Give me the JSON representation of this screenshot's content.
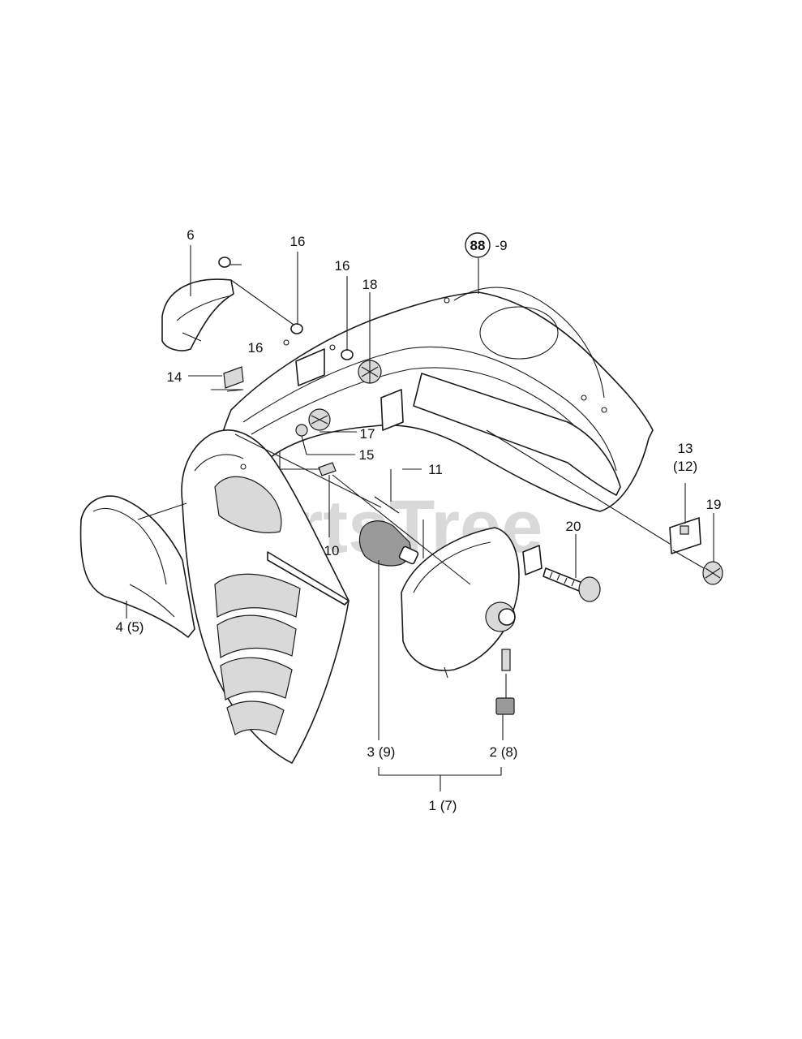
{
  "watermark": "PartsTree",
  "callouts": {
    "c6": "6",
    "c16a": "16",
    "c16b": "16",
    "c16c": "16",
    "c18": "18",
    "c88_badge": "88",
    "c88_suffix": "-9",
    "c14": "14",
    "c17": "17",
    "c15": "15",
    "c11": "11",
    "c10": "10",
    "c13": "13",
    "c12": "(12)",
    "c19": "19",
    "c20": "20",
    "c4": "4 (5)",
    "c3": "3 (9)",
    "c2": "2 (8)",
    "c1": "1 (7)"
  }
}
